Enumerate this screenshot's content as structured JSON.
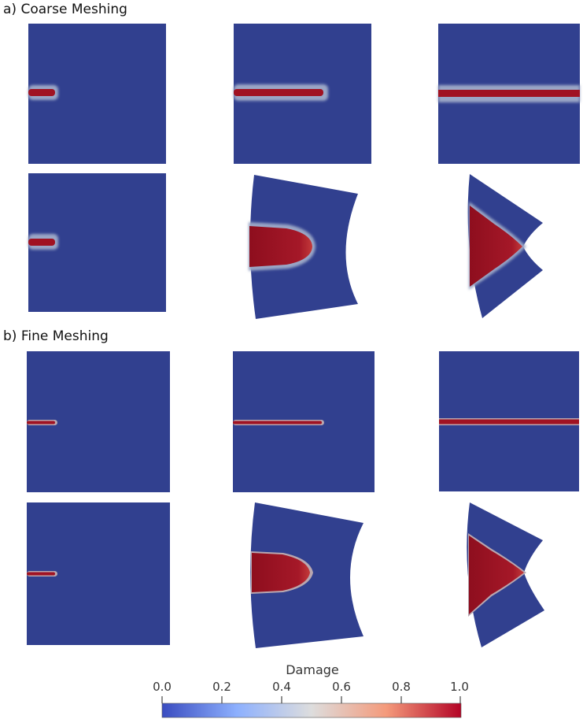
{
  "sections": [
    {
      "label": "a) Coarse Meshing"
    },
    {
      "label": "b) Fine Meshing"
    }
  ],
  "colorbar": {
    "title": "Damage",
    "ticks": [
      "0.0",
      "0.2",
      "0.4",
      "0.6",
      "0.8",
      "1.0"
    ],
    "colors": [
      "#3a4cc0",
      "#8db0fe",
      "#dddddd",
      "#f49a7b",
      "#b40426"
    ]
  },
  "field_colors": {
    "undamaged": "#31408f",
    "damaged": "#a01222",
    "halo": "#9aa6c6"
  }
}
